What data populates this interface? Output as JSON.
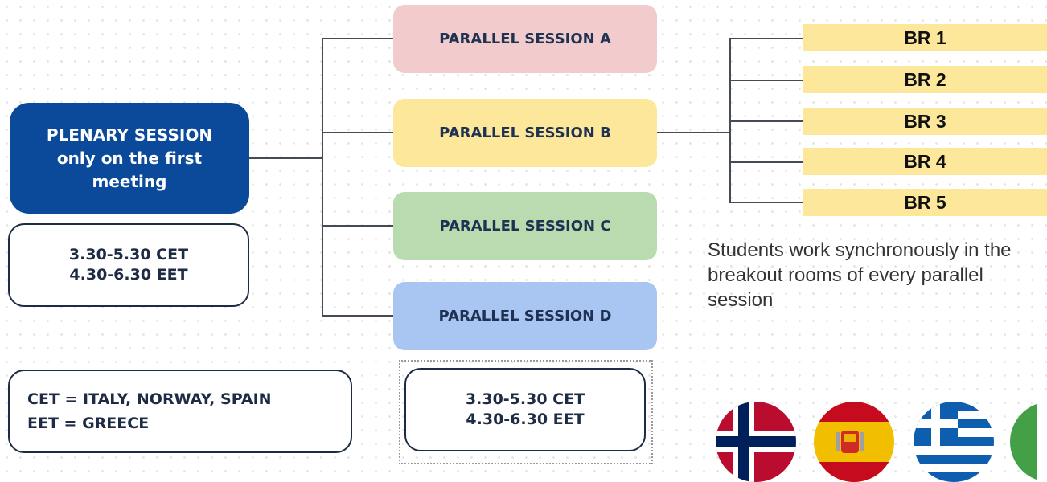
{
  "plenary": {
    "line1": "PLENARY SESSION",
    "line2": "only on the first",
    "line3": "meeting"
  },
  "plenary_time": {
    "cet": "3.30-5.30 CET",
    "eet": "4.30-6.30 EET"
  },
  "legend": {
    "cet_line": "CET = ITALY, NORWAY, SPAIN",
    "eet_line": "EET = GREECE"
  },
  "parallel_sessions": [
    {
      "label": "PARALLEL SESSION A",
      "color": "#f2cccd"
    },
    {
      "label": "PARALLEL SESSION B",
      "color": "#fce79a"
    },
    {
      "label": "PARALLEL SESSION C",
      "color": "#b8dcb0"
    },
    {
      "label": "PARALLEL SESSION D",
      "color": "#a9c6f2"
    }
  ],
  "parallel_time": {
    "cet": "3.30-5.30 CET",
    "eet": "4.30-6.30 EET"
  },
  "breakout_rooms": [
    "BR 1",
    "BR 2",
    "BR 3",
    "BR 4",
    "BR 5"
  ],
  "description": "Students work synchronously in the breakout rooms of every parallel session",
  "flags": [
    "norway-flag-icon",
    "spain-flag-icon",
    "greece-flag-icon",
    "italy-flag-icon"
  ],
  "colors": {
    "plenary": "#0b4a9a",
    "breakout": "#fce79a",
    "text_dark": "#1f3252"
  }
}
